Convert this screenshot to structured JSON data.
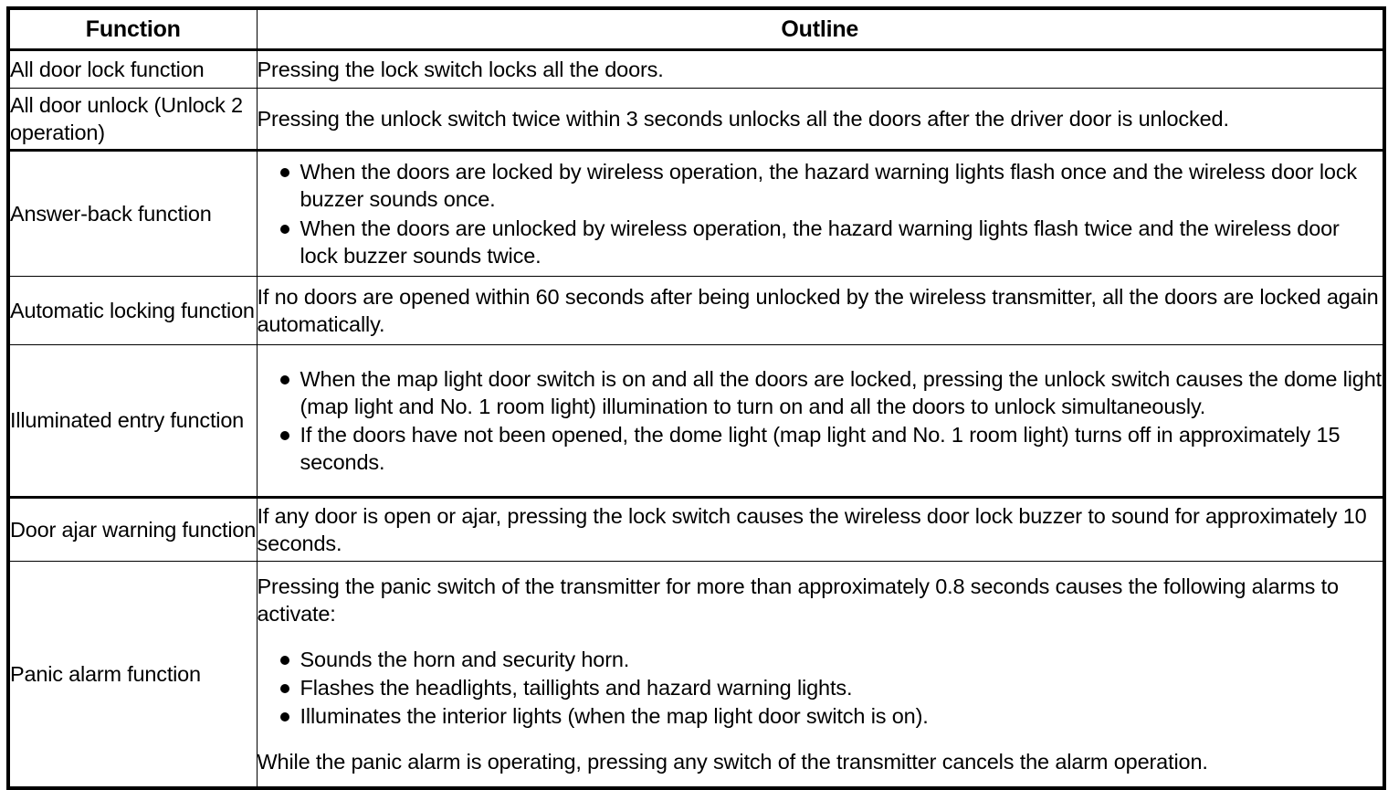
{
  "table": {
    "headers": {
      "function": "Function",
      "outline": "Outline"
    },
    "rows": [
      {
        "function": "All door lock function",
        "outline": {
          "paragraphs": [
            "Pressing the lock switch locks all the doors."
          ],
          "bullets": [],
          "paragraphs_after": []
        }
      },
      {
        "function": "All door unlock (Unlock 2 operation)",
        "outline": {
          "paragraphs": [
            "Pressing the unlock switch twice within 3 seconds unlocks all the doors after the driver door is unlocked."
          ],
          "bullets": [],
          "paragraphs_after": []
        }
      },
      {
        "function": "Answer-back function",
        "outline": {
          "paragraphs": [],
          "bullets": [
            "When the doors are locked by wireless operation, the hazard warning lights flash once and the wireless door lock buzzer sounds once.",
            "When the doors are unlocked by wireless operation, the hazard warning lights flash twice and the wireless door lock buzzer sounds twice."
          ],
          "paragraphs_after": []
        }
      },
      {
        "function": "Automatic locking function",
        "outline": {
          "paragraphs": [
            "If no doors are opened within 60 seconds after being unlocked by the wireless transmitter, all the doors are locked again automatically."
          ],
          "bullets": [],
          "paragraphs_after": []
        }
      },
      {
        "function": "Illuminated entry function",
        "outline": {
          "paragraphs": [],
          "bullets": [
            "When the map light door switch is on and all the doors are locked, pressing the unlock switch causes the dome light (map light and No. 1 room light) illumination to turn on and all the doors to unlock simultaneously.",
            "If the doors have not been opened, the dome light (map light and No. 1 room light) turns off in approximately 15 seconds."
          ],
          "paragraphs_after": []
        }
      },
      {
        "function": "Door ajar warning function",
        "outline": {
          "paragraphs": [
            "If any door is open or ajar, pressing the lock switch causes the wireless door lock buzzer to sound for approximately 10 seconds."
          ],
          "bullets": [],
          "paragraphs_after": []
        }
      },
      {
        "function": "Panic alarm function",
        "outline": {
          "paragraphs": [
            "Pressing the panic switch of the transmitter for more than approximately 0.8 seconds causes the following alarms to activate:"
          ],
          "bullets": [
            "Sounds the horn and security horn.",
            "Flashes the headlights, taillights and hazard warning lights.",
            "Illuminates the interior lights (when the map light door switch is on)."
          ],
          "paragraphs_after": [
            "While the panic alarm is operating, pressing any switch of the transmitter cancels the alarm operation."
          ]
        }
      }
    ]
  },
  "colors": {
    "border": "#000000",
    "text": "#000000",
    "background": "#ffffff"
  }
}
